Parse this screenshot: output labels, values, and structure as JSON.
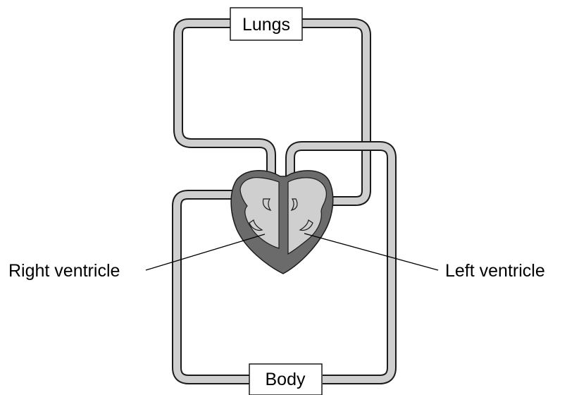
{
  "diagram": {
    "organs": {
      "lungs": "Lungs",
      "body": "Body"
    },
    "labels": {
      "right_ventricle": "Right ventricle",
      "left_ventricle": "Left ventricle"
    }
  },
  "colors": {
    "vessel_fill": "#cfcfcf",
    "outline": "#1a1a1a",
    "heart_wall": "#6b6b6b",
    "chamber": "#cfcfcf"
  }
}
